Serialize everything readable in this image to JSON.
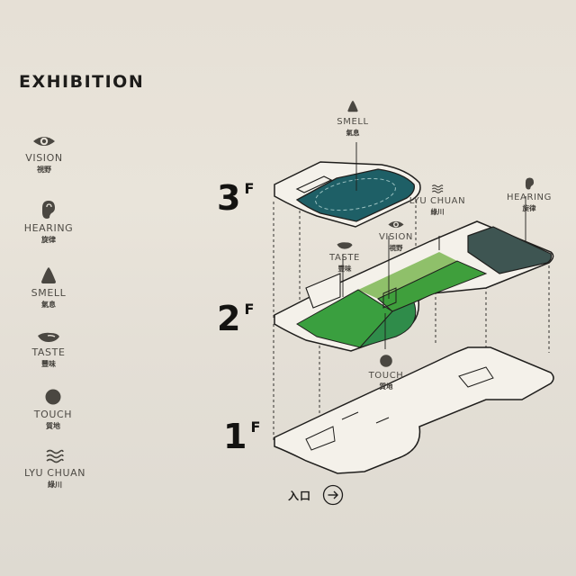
{
  "title": "EXHIBITION",
  "legend": [
    {
      "en": "VISION",
      "zh": "視野",
      "icon": "eye-icon"
    },
    {
      "en": "HEARING",
      "zh": "旋律",
      "icon": "ear-icon"
    },
    {
      "en": "SMELL",
      "zh": "氣息",
      "icon": "triangle-icon"
    },
    {
      "en": "TASTE",
      "zh": "豐味",
      "icon": "tongue-icon"
    },
    {
      "en": "TOUCH",
      "zh": "質地",
      "icon": "circle-icon"
    },
    {
      "en": "LYU CHUAN",
      "zh": "綠川",
      "icon": "waves-icon"
    }
  ],
  "floors": [
    {
      "num": "3",
      "suffix": "F"
    },
    {
      "num": "2",
      "suffix": "F"
    },
    {
      "num": "1",
      "suffix": "F"
    }
  ],
  "map_labels": {
    "smell": {
      "en": "SMELL",
      "zh": "氣息"
    },
    "lyu_chuan": {
      "en": "LYU CHUAN",
      "zh": "綠川"
    },
    "hearing": {
      "en": "HEARING",
      "zh": "旋律"
    },
    "vision": {
      "en": "VISION",
      "zh": "視野"
    },
    "taste": {
      "en": "TASTE",
      "zh": "豐味"
    },
    "touch": {
      "en": "TOUCH",
      "zh": "質地"
    }
  },
  "entrance": {
    "label": "入口",
    "icon": "arrow-right-circle-icon"
  },
  "colors": {
    "smell_zone": "#1e5f66",
    "hearing_zone": "#3e5552",
    "vision_zone_light": "#8fc06a",
    "vision_zone": "#3f9f3c",
    "taste_zone": "#2f9a3b",
    "touch_zone": "#2f8c4a",
    "icon": "#4a4741",
    "outline": "#1f1e1c"
  }
}
